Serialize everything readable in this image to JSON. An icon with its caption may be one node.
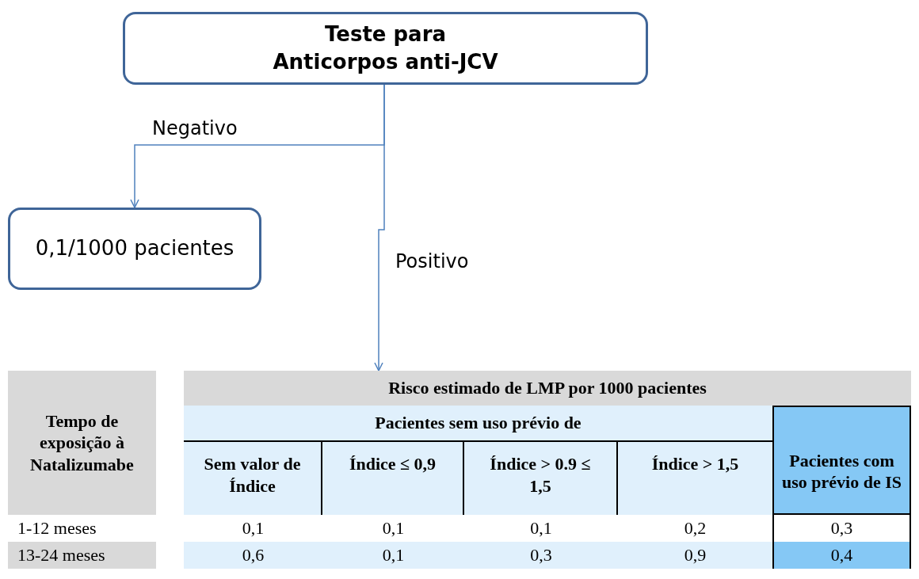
{
  "diagram": {
    "nodes": [
      {
        "text": [
          "Teste para Anticorpos anti-JCV"
        ]
      },
      {
        "text": [
          "0,1/1000 pacientes"
        ]
      },
      {
        "text": [],
        "shape": "box"
      }
    ],
    "edges": [
      {
        "from": 0,
        "to": 1,
        "label": "Negativo",
        "arrow": "to"
      },
      {
        "from": 0,
        "to": 2,
        "label": "Positivo",
        "arrow": "to"
      }
    ],
    "labels": [
      "Tempo de exposição à Natalizumabe",
      "Risco estimado de LMP por 1000 pacientes",
      "Pacientes sem uso prévio de",
      "Sem valor de Índice",
      "Índice ≤ 0,9",
      "Índice > 0.9 ≤ 1,5",
      "Índice > 1,5",
      "Pacientes com uso prévio de IS",
      "1-12 meses",
      "0,1",
      "0,1",
      "0,1",
      "0,2",
      "0,3",
      "13-24 meses",
      "0,6",
      "0,1",
      "0,3",
      "0,9",
      "0,4"
    ]
  }
}
